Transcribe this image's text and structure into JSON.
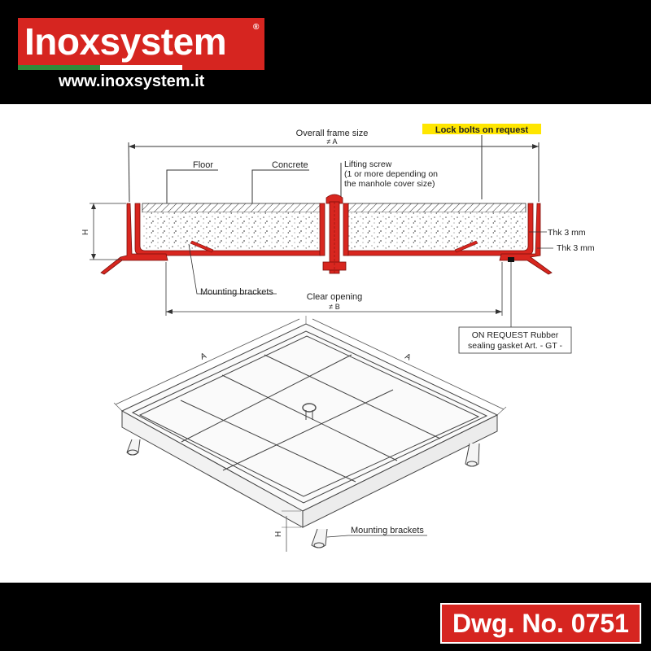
{
  "brand": {
    "name": "Inoxsystem",
    "registered_mark": "®",
    "url": "www.inoxsystem.it",
    "colors": {
      "red": "#d62520",
      "black": "#000000",
      "white": "#ffffff",
      "italy_green": "#2e8b3a",
      "italy_red": "#d62520",
      "highlight_yellow": "#ffe600",
      "section_red": "#d8261f"
    }
  },
  "drawing_number": "Dwg. No. 0751",
  "section_view": {
    "overall_frame_size_label": "Overall frame size",
    "overall_frame_size_symbol": "≠ A",
    "lock_bolts_label": "Lock bolts on request",
    "floor_label": "Floor",
    "concrete_label": "Concrete",
    "lifting_screw_label": "Lifting screw",
    "lifting_screw_note_1": "(1 or more depending on",
    "lifting_screw_note_2": "the manhole cover size)",
    "height_label": "H",
    "thk_1_label": "Thk 3 mm",
    "thk_2_label": "Thk 3 mm",
    "mounting_brackets_label": "Mounting brackets",
    "clear_opening_label": "Clear opening",
    "clear_opening_symbol": "≠ B",
    "gasket_label_1": "ON REQUEST Rubber",
    "gasket_label_2": "sealing gasket Art. - GT -"
  },
  "iso_view": {
    "dim_a_left": "A",
    "dim_a_right": "A",
    "height_label": "H",
    "mounting_brackets_label": "Mounting brackets"
  }
}
